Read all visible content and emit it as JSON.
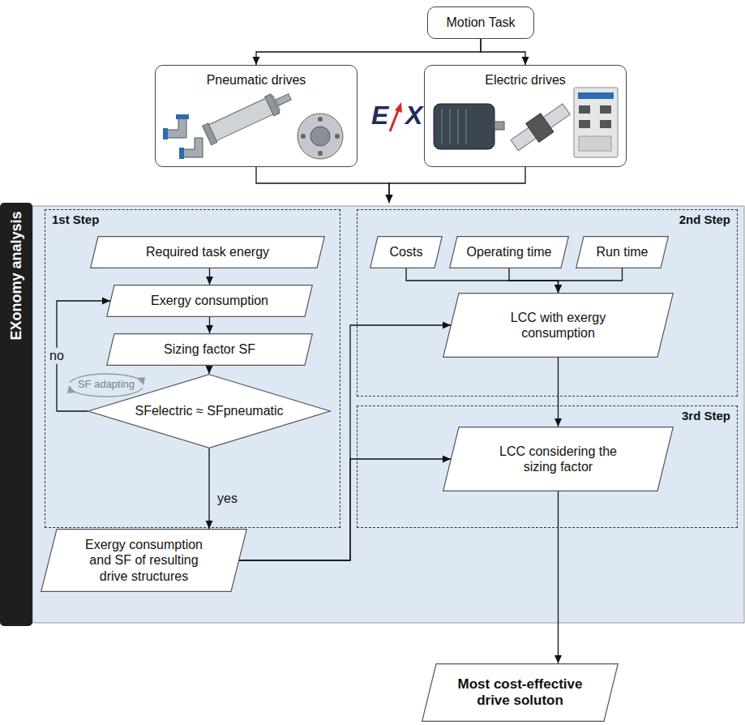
{
  "diagram": {
    "nodes": [
      {
        "text": [
          "Motion Task"
        ]
      },
      {
        "text": [
          "Pneumatic drives"
        ]
      },
      {
        "text": [
          "Electric drives"
        ]
      },
      {
        "text": [
          "EXonomy analysis"
        ]
      },
      {
        "text": [
          "1st Step"
        ],
        "in": 3
      },
      {
        "text": [
          "Required task energy"
        ],
        "in": 4
      },
      {
        "text": [
          "Exergy consumption"
        ],
        "in": 4
      },
      {
        "text": [
          "Sizing factor SF"
        ],
        "in": 4
      },
      {
        "text": [
          "SFelectric ≈ SFpneumatic"
        ],
        "in": 4
      },
      {
        "text": [
          "Exergy consumption and SF of resulting drive structures"
        ],
        "in": 3
      },
      {
        "text": [
          "2nd Step"
        ],
        "in": 3
      },
      {
        "text": [
          "Costs"
        ],
        "in": 10
      },
      {
        "text": [
          "Operating time"
        ],
        "in": 10
      },
      {
        "text": [
          "Run time"
        ],
        "in": 10
      },
      {
        "text": [
          "LCC with exergy consumption"
        ],
        "in": 10
      },
      {
        "text": [
          "3rd Step"
        ],
        "in": 3
      },
      {
        "text": [
          "LCC considering the sizing factor"
        ],
        "in": 15
      },
      {
        "text": [
          "Most cost-effective drive soluton"
        ]
      }
    ],
    "edges": [
      {
        "from": 0,
        "to": 1,
        "arrow": "to"
      },
      {
        "from": 0,
        "to": 2,
        "arrow": "to"
      },
      {
        "from": 1,
        "to": 3,
        "arrow": "to"
      },
      {
        "from": 2,
        "to": 3,
        "arrow": "to"
      },
      {
        "from": 5,
        "to": 6,
        "arrow": "to"
      },
      {
        "from": 6,
        "to": 7,
        "arrow": "to"
      },
      {
        "from": 7,
        "to": 8,
        "arrow": "to"
      },
      {
        "from": 8,
        "to": 6,
        "label": "no",
        "arrow": "to"
      },
      {
        "from": 8,
        "to": 9,
        "label": "yes",
        "arrow": "to"
      },
      {
        "from": 11,
        "to": 14,
        "arrow": "to"
      },
      {
        "from": 12,
        "to": 14,
        "arrow": "to"
      },
      {
        "from": 13,
        "to": 14,
        "arrow": "to"
      },
      {
        "from": 9,
        "to": 14,
        "arrow": "to"
      },
      {
        "from": 9,
        "to": 16,
        "arrow": "to"
      },
      {
        "from": 14,
        "to": 16,
        "arrow": "to"
      },
      {
        "from": 16,
        "to": 17,
        "arrow": "to"
      }
    ],
    "labels": [
      "E",
      "X",
      "SF adapting"
    ]
  }
}
